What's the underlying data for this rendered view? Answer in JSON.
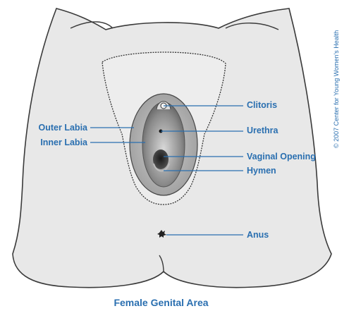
{
  "labels": {
    "clitoris": "Clitoris",
    "urethra": "Urethra",
    "vaginal_opening": "Vaginal Opening",
    "hymen": "Hymen",
    "anus": "Anus",
    "outer_labia": "Outer Labia",
    "inner_labia": "Inner Labia"
  },
  "caption": "Female Genital Area",
  "credit": "© 2007 Center for Young Women's Health",
  "colors": {
    "label_text": "#2a6fb0",
    "leader_line": "#2a6fb0",
    "skin": "#e8e8e8",
    "outline": "#3a3a3a"
  }
}
